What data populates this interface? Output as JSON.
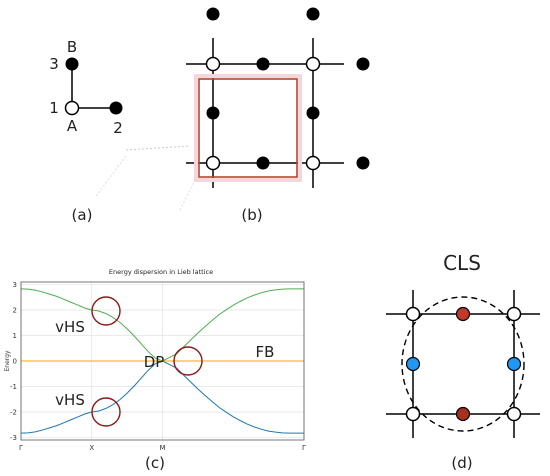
{
  "panel_a": {
    "caption": "(a)",
    "sites": {
      "a": "A",
      "b": "B"
    },
    "numbers": {
      "n1": "1",
      "n2": "2",
      "n3": "3"
    }
  },
  "panel_b": {
    "caption": "(b)"
  },
  "panel_c": {
    "caption": "(c)",
    "title": "Energy dispersion in Lieb lattice",
    "ylabel": "Energy",
    "annotations": {
      "vhs_upper": "vHS",
      "vhs_lower": "vHS",
      "dp": "DP",
      "fb": "FB"
    }
  },
  "panel_d": {
    "caption": "(d)",
    "title": "CLS"
  },
  "colors": {
    "hollow_site": "#ffffff",
    "filled_site": "#000000",
    "unit_cell": "#b5472c",
    "circle_marker": "#8b1a1a",
    "upper_band": "#4caf50",
    "flat_band": "#ffa500",
    "lower_band": "#1f77b4",
    "cls_red": "#c0392b",
    "cls_blue": "#2196f3"
  },
  "chart_data": {
    "type": "line",
    "title": "Energy dispersion in Lieb lattice",
    "xlabel": "",
    "ylabel": "Energy",
    "x_ticks": [
      "Γ",
      "X",
      "M",
      "Γ"
    ],
    "yticks": [
      3,
      2,
      1,
      0,
      -1,
      -2,
      -3
    ],
    "ylim": [
      -3.1,
      3.1
    ],
    "grid": true,
    "k_points": [
      0,
      0.1,
      0.2,
      0.3,
      0.4,
      0.5,
      0.6,
      0.7,
      0.8,
      0.9,
      1.0,
      1.1,
      1.2,
      1.3,
      1.4,
      1.5,
      1.6,
      1.7,
      1.8,
      1.9,
      2.0,
      2.1,
      2.2,
      2.3,
      2.4,
      2.5,
      2.6,
      2.7,
      2.8,
      2.9,
      3.0,
      3.1,
      3.2,
      3.3,
      3.4,
      3.5,
      3.6,
      3.7,
      3.8,
      3.9,
      4.0
    ],
    "series": [
      {
        "key": "upper",
        "values": [
          2.83,
          2.82,
          2.78,
          2.71,
          2.63,
          2.54,
          2.43,
          2.31,
          2.2,
          2.08,
          2.0,
          1.96,
          1.86,
          1.71,
          1.51,
          1.26,
          0.98,
          0.67,
          0.36,
          0.11,
          0.0,
          0.14,
          0.28,
          0.56,
          0.83,
          1.1,
          1.35,
          1.59,
          1.82,
          2.01,
          2.19,
          2.34,
          2.48,
          2.59,
          2.68,
          2.75,
          2.79,
          2.82,
          2.83,
          2.83,
          2.83
        ]
      },
      {
        "key": "flat",
        "values": [
          0,
          0,
          0,
          0,
          0,
          0,
          0,
          0,
          0,
          0,
          0,
          0,
          0,
          0,
          0,
          0,
          0,
          0,
          0,
          0,
          0,
          0,
          0,
          0,
          0,
          0,
          0,
          0,
          0,
          0,
          0,
          0,
          0,
          0,
          0,
          0,
          0,
          0,
          0,
          0,
          0
        ]
      },
      {
        "key": "lower",
        "values": [
          -2.83,
          -2.82,
          -2.78,
          -2.71,
          -2.63,
          -2.54,
          -2.43,
          -2.31,
          -2.2,
          -2.08,
          -2.0,
          -1.96,
          -1.86,
          -1.71,
          -1.51,
          -1.26,
          -0.98,
          -0.67,
          -0.36,
          -0.11,
          0.0,
          -0.14,
          -0.28,
          -0.56,
          -0.83,
          -1.1,
          -1.35,
          -1.59,
          -1.82,
          -2.01,
          -2.19,
          -2.34,
          -2.48,
          -2.59,
          -2.68,
          -2.75,
          -2.79,
          -2.82,
          -2.83,
          -2.83,
          -2.83
        ]
      }
    ],
    "x_tick_positions": [
      0,
      1,
      2,
      4
    ]
  }
}
